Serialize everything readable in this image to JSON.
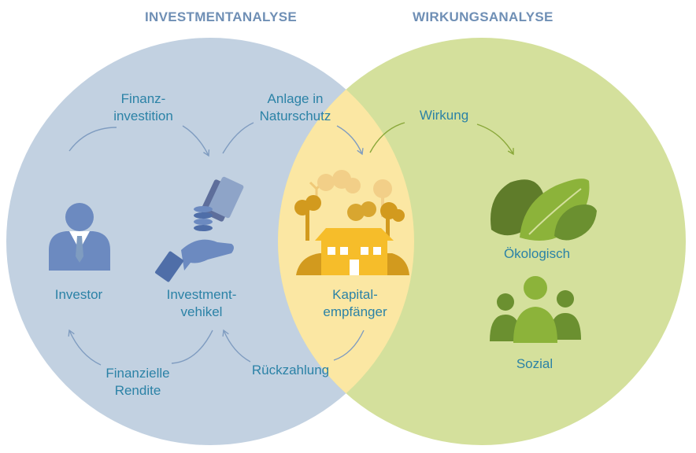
{
  "headers": {
    "left": "INVESTMENTANALYSE",
    "right": "WIRKUNGSANALYSE"
  },
  "labels": {
    "finanzinvestition": "Finanz-\ninvestition",
    "anlage": "Anlage in\nNaturschutz",
    "wirkung": "Wirkung",
    "investor": "Investor",
    "vehikel": "Investment-\nvehikel",
    "kapitalempfaenger": "Kapital-\nempfänger",
    "oekologisch": "Ökologisch",
    "sozial": "Sozial",
    "rendite": "Finanzielle\nRendite",
    "rueckzahlung": "Rückzahlung"
  },
  "icons": [
    "investor-icon",
    "money-hand-icon",
    "house-trees-icon",
    "leaves-icon",
    "people-icon"
  ],
  "colors": {
    "left_circle": "#c2d1e1",
    "right_circle": "#d4e09c",
    "overlap": "#fbe7a3",
    "header": "#6f8fb5",
    "label": "#2b82a6",
    "arrow_blue": "#7f9cc0",
    "arrow_green": "#8aa83a"
  }
}
